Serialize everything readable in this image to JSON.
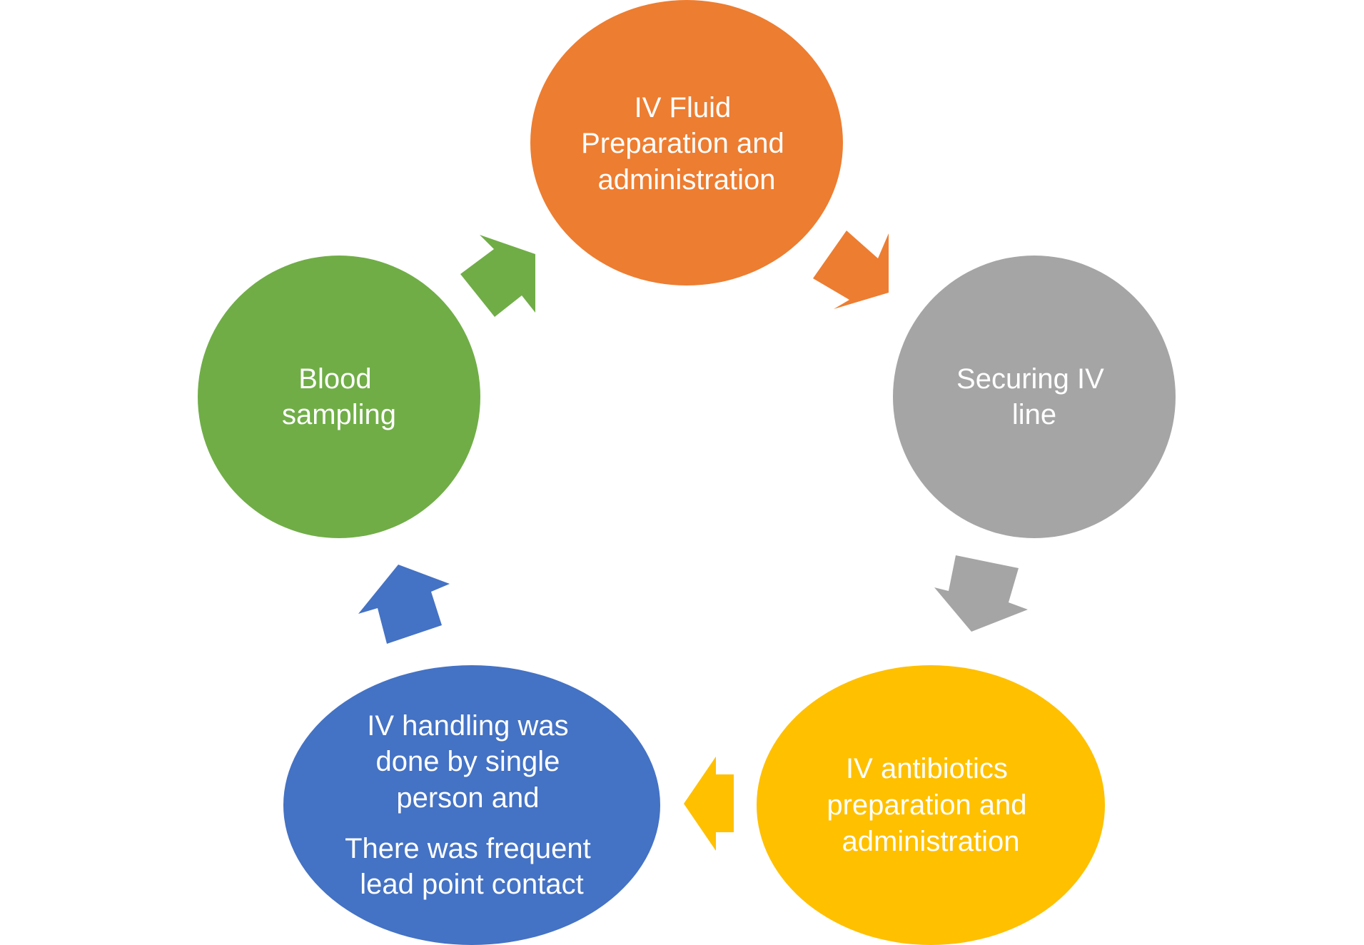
{
  "colors": {
    "orange": "#ED7D31",
    "gray": "#A5A5A5",
    "yellow": "#FFC000",
    "blue": "#4472C4",
    "green": "#70AD47",
    "text": "#FFFFFF"
  },
  "nodes": {
    "iv_fluid": {
      "lines": [
        "IV Fluid",
        "Preparation and",
        "administration"
      ]
    },
    "securing_iv": {
      "lines": [
        "Securing IV",
        "line"
      ]
    },
    "iv_antibiotics": {
      "lines": [
        "IV antibiotics",
        "preparation and",
        "administration"
      ]
    },
    "iv_handling": {
      "lines": [
        "IV handling was",
        "done by single",
        "person and",
        "There was frequent",
        "lead point contact"
      ]
    },
    "blood_sampling": {
      "lines": [
        "Blood",
        "sampling"
      ]
    }
  },
  "arrows": [
    {
      "from": "iv_fluid",
      "to": "securing_iv",
      "color_key": "orange"
    },
    {
      "from": "securing_iv",
      "to": "iv_antibiotics",
      "color_key": "gray"
    },
    {
      "from": "iv_antibiotics",
      "to": "iv_handling",
      "color_key": "yellow"
    },
    {
      "from": "iv_handling",
      "to": "blood_sampling",
      "color_key": "blue"
    },
    {
      "from": "blood_sampling",
      "to": "iv_fluid",
      "color_key": "green"
    }
  ]
}
